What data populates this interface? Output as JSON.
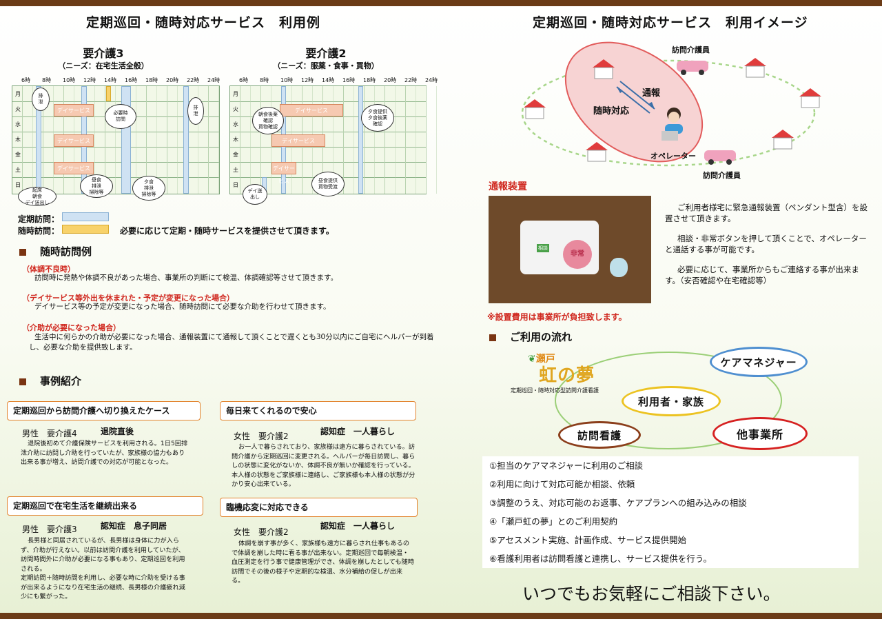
{
  "left": {
    "title": "定期巡回・随時対応サービス　利用例",
    "schedule3": {
      "title": "要介護3",
      "needs": "（ニーズ：在宅生活全般）",
      "days": [
        "月",
        "火",
        "水",
        "木",
        "金",
        "土",
        "日"
      ],
      "hours": [
        "6時",
        "8時",
        "10時",
        "12時",
        "14時",
        "16時",
        "18時",
        "20時",
        "22時",
        "24時"
      ],
      "day_service": "デイサービス",
      "bubbles": [
        "排\n泄",
        "必要時\n訪問",
        "排\n泄",
        "起床\n朝食\nデイ送出し",
        "昼食\n排泄\n掃除等",
        "夕食\n排泄\n掃除等"
      ]
    },
    "schedule2": {
      "title": "要介護2",
      "needs": "（ニーズ：服薬・食事・買物）",
      "days": [
        "月",
        "火",
        "水",
        "木",
        "金",
        "土",
        "日"
      ],
      "hours": [
        "6時",
        "8時",
        "10時",
        "12時",
        "14時",
        "16時",
        "18時",
        "20時",
        "22時",
        "24時"
      ],
      "day_service": "デイサービス",
      "bubbles": [
        "朝食後薬\n確認\n買物確認",
        "夕食提供\n夕食後薬\n確認",
        "デイ送\n出し",
        "昼食提供\n買物受渡"
      ]
    },
    "legend": {
      "regular": "定期訪問：",
      "adhoc": "随時訪問：",
      "note": "必要に応じて定期・随時サービスを提供させて頂きます。"
    },
    "visits": {
      "title": "随時訪問例",
      "items": [
        {
          "label": "（体調不良時）",
          "text": "訪問時に発熱や体調不良があった場合、事業所の判断にて検温、体調確認等させて頂きます。"
        },
        {
          "label": "（デイサービス等外出を休まれた・予定が変更になった場合）",
          "text": "デイサービス等の予定が変更になった場合、随時訪問にて必要な介助を行わせて頂きます。"
        },
        {
          "label": "（介助が必要になった場合）",
          "text": "生活中に何らかの介助が必要になった場合、通報装置にて通報して頂くことで遅くとも30分以内にご自宅にヘルパーが到着し、必要な介助を提供致します。"
        }
      ]
    },
    "cases": {
      "title": "事例紹介",
      "items": [
        {
          "heading": "定期巡回から訪問介護へ切り換えたケース",
          "person": "男性　要介護4",
          "tag": "退院直後",
          "text": "退院後初めて介護保険サービスを利用される。1日5回排泄介助に訪問し介助を行っていたが、家族様の協力もあり出来る事が増え、訪問介護での対応が可能となった。"
        },
        {
          "heading": "毎日来てくれるので安心",
          "person": "女性　要介護2",
          "tag": "認知症　一人暮らし",
          "text": "お一人で暮らされており、家族様は遠方に暮らされている。訪問介護から定期巡回に変更される。ヘルパーが毎日訪問し、暮らしの状態に変化がないか、体調不良が無いか確認を行っている。本人様の状態をご家族様に連絡し、ご家族様も本人様の状態が分かり安心出来ている。"
        },
        {
          "heading": "定期巡回で在宅生活を継続出来る",
          "person": "男性　要介護3",
          "tag": "認知症　息子同居",
          "text": "長男様と同居されているが、長男様は身体に力が入らず、介助が行えない。以前は訪問介護を利用していたが、訪問時間外に介助が必要になる事もあり、定期巡回を利用される。\n定期訪問＋随時訪問を利用し、必要な時に介助を受ける事が出来るようになり在宅生活の継続、長男様の介護疲れ減少にも繋がった。"
        },
        {
          "heading": "臨機応変に対応できる",
          "person": "女性　要介護2",
          "tag": "認知症　一人暮らし",
          "text": "体調を崩す事が多く、家族様も遠方に暮らされ仕事もあるので体調を崩した時に看る事が出来ない。定期巡回で毎朝検温・血圧測定を行う事で健康管理ができ、体調を崩したとしても随時訪問でその後の様子や定期的な検温、水分補給の促しが出来る。"
        }
      ]
    }
  },
  "right": {
    "title": "定期巡回・随時対応サービス　利用イメージ",
    "image": {
      "helper_top": "訪問介護員",
      "helper_bottom": "訪問介護員",
      "call": "通報",
      "respond": "随時対応",
      "operator": "オペレーター"
    },
    "device": {
      "title": "通報装置",
      "button_label": "相談",
      "emergency_label": "非常",
      "text": [
        "ご利用者様宅に緊急通報装置（ペンダント型含）を設置させて頂きます。",
        "相談・非常ボタンを押して頂くことで、オペレーターと通話する事が可能です。",
        "必要に応じて、事業所からもご連絡する事が出来ます。（安否確認や在宅確認等）"
      ],
      "note": "※設置費用は事業所が負担致します。"
    },
    "flow": {
      "title": "ご利用の流れ",
      "logo_small": "瀬戸",
      "logo_big": "虹の夢",
      "logo_caption": "定期巡回・随時対応型訪問介護看護",
      "rings": [
        "ケアマネジャー",
        "利用者・家族",
        "訪問看護",
        "他事業所"
      ],
      "colors": {
        "care": "#4f8fd0",
        "user": "#ecc322",
        "nurse": "#8b3e1b",
        "other": "#d62121"
      },
      "steps": [
        "①担当のケアマネジャーに利用のご相談",
        "②利用に向けて対応可能か相談、依頼",
        "③調整のうえ、対応可能のお返事、ケアプランへの組み込みの相談",
        "④「瀬戸虹の夢」とのご利用契約",
        "⑤アセスメント実施、計画作成、サービス提供開始",
        "⑥看護利用者は訪問看護と連携し、サービス提供を行う。"
      ]
    },
    "closing": "いつでもお気軽にご相談下さい。"
  }
}
